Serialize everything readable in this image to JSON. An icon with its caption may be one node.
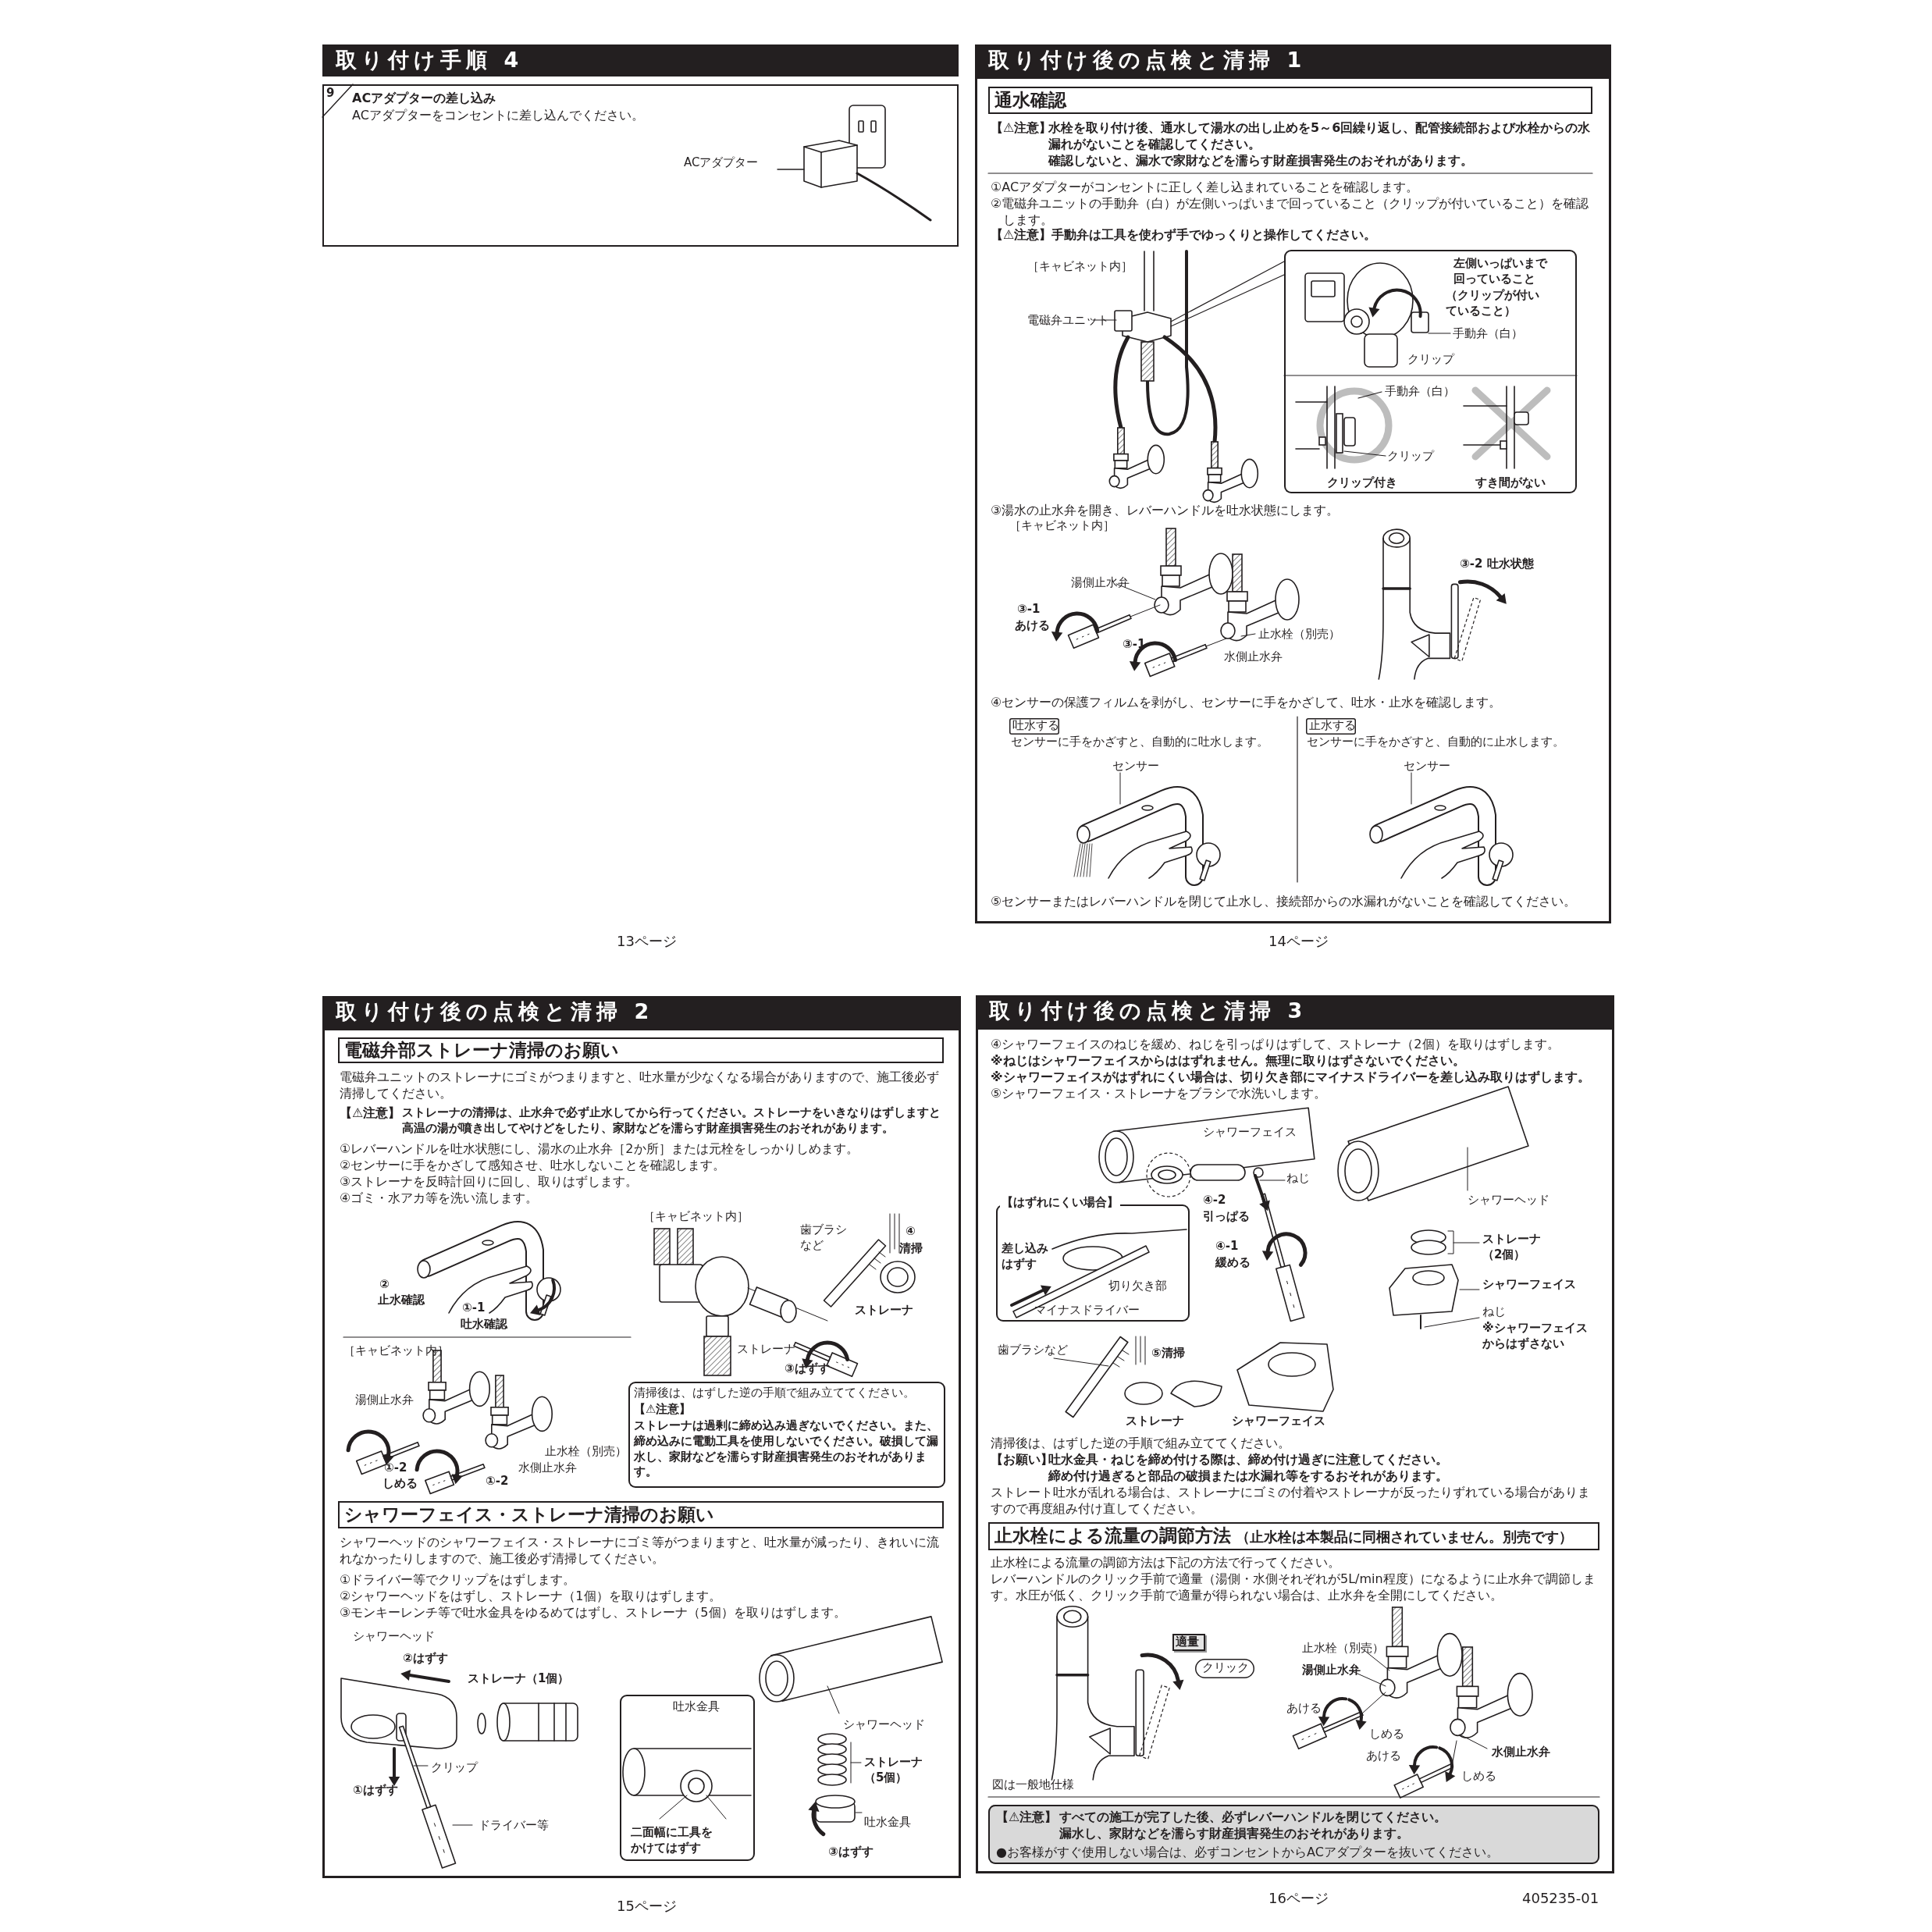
{
  "diagram": {
    "nodes": [
      {
        "text": [
          "取り付け手順 4"
        ]
      },
      {
        "text": [
          "9",
          "ACアダプターの差し込み",
          "ACアダプターをコンセントに差し込んでください。"
        ]
      },
      {
        "text": [
          "取り付け後の点検と清掃 1"
        ]
      },
      {
        "text": [],
        "shape": "box"
      },
      {
        "text": [
          "通水確認"
        ],
        "in": 3
      },
      {
        "text": [
          "左側いっぱいまで回っていること",
          "（クリップが付いていること）",
          "手動弁（白）",
          "クリップ",
          "手動弁（白）",
          "クリップ",
          "クリップ付き",
          "すき間がない"
        ],
        "in": 3
      },
      {
        "text": [
          "吐水する"
        ],
        "in": 3
      },
      {
        "text": [
          "止水する"
        ],
        "in": 3
      },
      {
        "text": [
          "取り付け後の点検と清掃 2"
        ]
      },
      {
        "text": [],
        "shape": "box"
      },
      {
        "text": [
          "電磁弁部ストレーナ清掃のお願い"
        ],
        "in": 9
      },
      {
        "text": [
          "清掃後は、はずした逆の手順で組み立ててください。",
          "【⚠注意】",
          "ストレーナは過剰に締め込み過ぎないでください。また、締め込みに電動工具を使用しないでください。破損して漏水し、家財などを濡らす財産損害発生のおそれがあります。"
        ],
        "in": 9
      },
      {
        "text": [
          "シャワーフェイス・ストレーナ清掃のお願い"
        ],
        "in": 9
      },
      {
        "text": [
          "吐水金具",
          "二面幅に工具をかけてはずす"
        ],
        "in": 9
      },
      {
        "text": [
          "取り付け後の点検と清掃 3"
        ]
      },
      {
        "text": [],
        "shape": "box"
      },
      {
        "text": [
          "【はずれにくい場合】",
          "差し込みはずす",
          "切り欠き部",
          "マイナスドライバー"
        ],
        "in": 15
      },
      {
        "text": [
          "止水栓による流量の調節方法",
          "（止水栓は本製品に同梱されていません。別売です）"
        ],
        "in": 15
      },
      {
        "text": [
          "適量"
        ],
        "in": 15
      },
      {
        "text": [
          "クリック"
        ],
        "in": 15
      },
      {
        "text": [
          "【⚠注意】",
          "すべての施工が完了した後、必ずレバーハンドルを閉じてください。",
          "漏水し、家財などを濡らす財産損害発生のおそれがあります。",
          "●お客様がすぐ使用しない場合は、必ずコンセントからACアダプターを抜いてください。"
        ],
        "in": 15
      }
    ],
    "labels": [
      "ACアダプター",
      "【⚠注意】",
      "水栓を取り付け後、通水して湯水の出し止めを5～6回繰り返し、配管接続部および水栓からの水漏れがないことを確認してください。",
      "確認しないと、漏水で家財などを濡らす財産損害発生のおそれがあります。",
      "①ACアダプターがコンセントに正しく差し込まれていることを確認します。",
      "②電磁弁ユニットの手動弁（白）が左側いっぱいまで回っていること（クリップが付いていること）を確認します。",
      "【⚠注意】手動弁は工具を使わず手でゆっくりと操作してください。",
      "［キャビネット内］",
      "電磁弁ユニット",
      "③湯水の止水弁を開き、レバーハンドルを吐水状態にします。",
      "［キャビネット内］",
      "湯側止水弁",
      "③-1",
      "あける",
      "③-1",
      "止水栓（別売）",
      "水側止水弁",
      "③-2 吐水状態",
      "④センサーの保護フィルムを剥がし、センサーに手をかざして、吐水・止水を確認します。",
      "センサーに手をかざすと、自動的に吐水します。",
      "センサーに手をかざすと、自動的に止水します。",
      "センサー",
      "センサー",
      "⑤センサーまたはレバーハンドルを閉じて止水し、接続部からの水漏れがないことを確認してください。",
      "13ページ",
      "14ページ",
      "電磁弁ユニットのストレーナにゴミがつまりますと、吐水量が少なくなる場合がありますので、施工後必ず清掃してください。",
      "【⚠注意】",
      "ストレーナの清掃は、止水弁で必ず止水してから行ってください。ストレーナをいきなりはずしますと高温の湯が噴き出してやけどをしたり、家財などを濡らす財産損害発生のおそれがあります。",
      "①レバーハンドルを吐水状態にし、湯水の止水弁［2か所］または元栓をしっかりしめます。",
      "②センサーに手をかざして感知させ、吐水しないことを確認します。",
      "③ストレーナを反時計回りに回し、取りはずします。",
      "④ゴミ・水アカ等を洗い流します。",
      "［キャビネット内］",
      "歯ブラシなど",
      "④",
      "清掃",
      "ストレーナ",
      "②",
      "止水確認",
      "①-1",
      "吐水確認",
      "ストレーナ",
      "③はずす",
      "［キャビネット内］",
      "湯側止水弁",
      "止水栓（別売）",
      "①-2",
      "水側止水弁",
      "しめる",
      "①-2",
      "シャワーヘッドのシャワーフェイス・ストレーナにゴミ等がつまりますと、吐水量が減ったり、きれいに流れなかったりしますので、施工後必ず清掃してください。",
      "①ドライバー等でクリップをはずします。",
      "②シャワーヘッドをはずし、ストレーナ（1個）を取りはずします。",
      "③モンキーレンチ等で吐水金具をゆるめてはずし、ストレーナ（5個）を取りはずします。",
      "シャワーヘッド",
      "②はずす",
      "ストレーナ（1個）",
      "クリップ",
      "①はずす",
      "ドライバー等",
      "シャワーヘッド",
      "ストレーナ（5個）",
      "吐水金具",
      "③はずす",
      "15ページ",
      "④シャワーフェイスのねじを緩め、ねじを引っぱりはずして、ストレーナ（2個）を取りはずします。",
      "※ねじはシャワーフェイスからははずれません。無理に取りはずさないでください。",
      "※シャワーフェイスがはずれにくい場合は、切り欠き部にマイナスドライバーを差し込み取りはずします。",
      "⑤シャワーフェイス・ストレーナをブラシで水洗いします。",
      "シャワーフェイス",
      "ねじ",
      "④-2",
      "引っぱる",
      "④-1",
      "緩める",
      "シャワーヘッド",
      "ストレーナ（2個）",
      "シャワーフェイス",
      "ねじ",
      "※シャワーフェイスからはずさない",
      "歯ブラシなど",
      "⑤清掃",
      "ストレーナ",
      "シャワーフェイス",
      "清掃後は、はずした逆の手順で組み立ててください。",
      "【お願い】",
      "吐水金具・ねじを締め付ける際は、締め付け過ぎに注意してください。",
      "締め付け過ぎると部品の破損または水漏れ等をするおそれがあります。",
      "ストレート吐水が乱れる場合は、ストレーナにゴミの付着やストレーナが反ったりずれている場合がありますので再度組み付け直してください。",
      "止水栓による流量の調節方法は下記の方法で行ってください。",
      "レバーハンドルのクリック手前で適量（湯側・水側それぞれが5L/min程度）になるように止水弁で調節します。水圧が低く、クリック手前で適量が得られない場合は、止水弁を全開にしてください。",
      "図は一般地仕様",
      "止水栓（別売）",
      "湯側止水弁",
      "あける",
      "しめる",
      "あける",
      "水側止水弁",
      "しめる",
      "16ページ",
      "405235-01"
    ]
  }
}
